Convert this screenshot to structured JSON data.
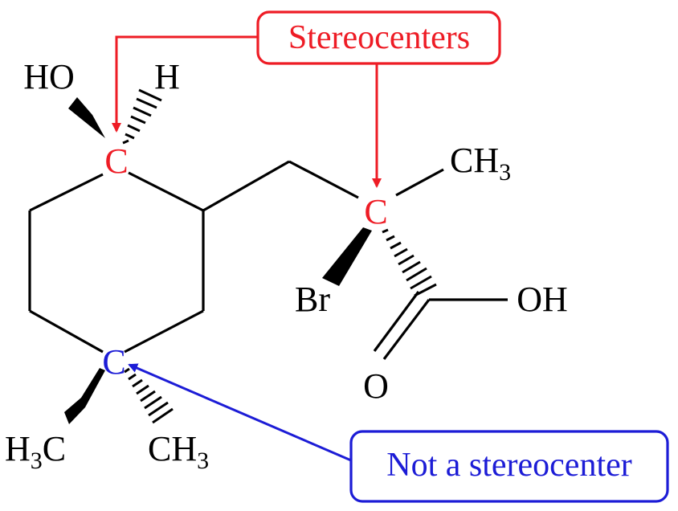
{
  "callouts": {
    "stereocenters": {
      "text": "Stereocenters",
      "color": "#ee1c25"
    },
    "not_stereocenter": {
      "text": "Not a stereocenter",
      "color": "#1c1cd6"
    }
  },
  "atoms": {
    "ring_top_c": "C",
    "side_chain_c": "C",
    "ring_bottom_c": "C",
    "hydroxyl": "HO",
    "hydrogen": "H",
    "bromine": "Br",
    "acid_oh": "OH",
    "carbonyl_o": "O"
  },
  "groups": {
    "methyl_side": {
      "main": "CH",
      "sub": "3"
    },
    "methyl_left": {
      "h": "H",
      "sub": "3",
      "c": "C"
    },
    "methyl_right": {
      "main": "CH",
      "sub": "3"
    }
  },
  "colors": {
    "stereocenter": "#ee1c25",
    "non_stereocenter": "#1c1cd6",
    "bond": "#000000"
  }
}
